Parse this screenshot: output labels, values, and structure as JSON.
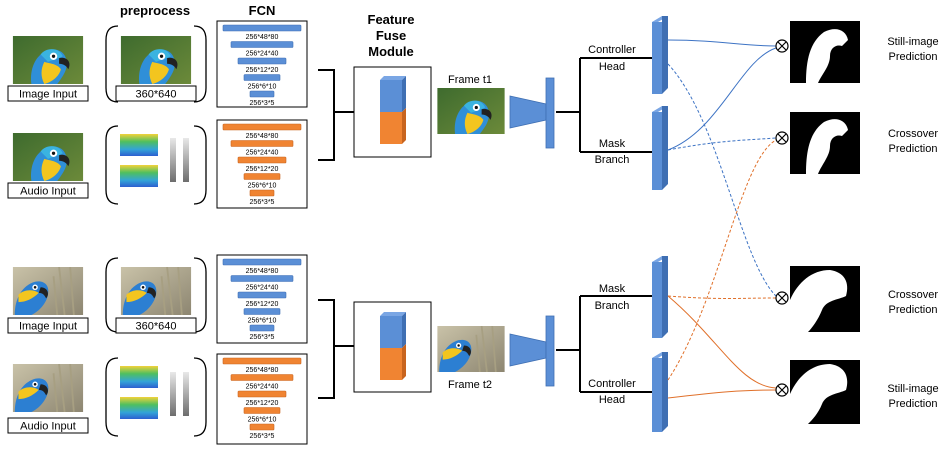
{
  "headers": {
    "preprocess": "preprocess",
    "fcn": "FCN",
    "ffm_line1": "Feature",
    "ffm_line2": "Fuse",
    "ffm_line3": "Module"
  },
  "inputs": {
    "image1": "Image Input",
    "audio1": "Audio Input",
    "image2": "Image Input",
    "audio2": "Audio Input",
    "size1": "360*640",
    "size2": "360*640"
  },
  "fcn_layers": [
    "256*48*80",
    "256*24*40",
    "256*12*20",
    "256*6*10",
    "256*3*5"
  ],
  "frames": {
    "t1": "Frame t1",
    "t2": "Frame t2"
  },
  "branches": {
    "top_controller_l1": "Controller",
    "top_controller_l2": "Head",
    "top_mask_l1": "Mask",
    "top_mask_l2": "Branch",
    "bot_mask_l1": "Mask",
    "bot_mask_l2": "Branch",
    "bot_controller_l1": "Controller",
    "bot_controller_l2": "Head"
  },
  "predictions": {
    "p1_l1": "Still-image",
    "p1_l2": "Prediction",
    "p2_l1": "Crossover",
    "p2_l2": "Prediction",
    "p3_l1": "Crossover",
    "p3_l2": "Prediction",
    "p4_l1": "Still-image",
    "p4_l2": "Prediction"
  },
  "colors": {
    "blue": "#5b8fd6",
    "blue_dark": "#3f6fb3",
    "orange": "#f08432",
    "orange_dark": "#c8641e",
    "line_blue": "#3d73c4",
    "line_orange": "#e0702a"
  }
}
